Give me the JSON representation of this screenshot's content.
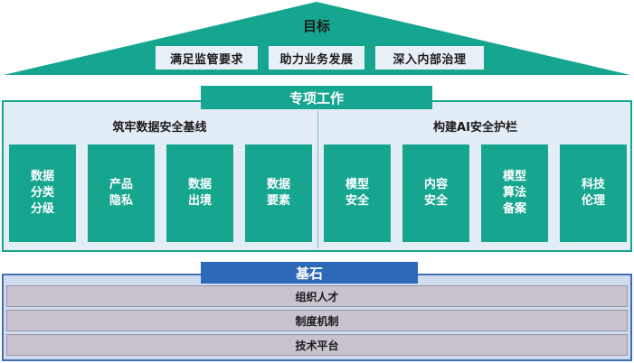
{
  "goal": {
    "title": "目标",
    "items": [
      "满足监管要求",
      "助力业务发展",
      "深入内部治理"
    ]
  },
  "work": {
    "title": "专项工作",
    "left": {
      "title": "筑牢数据安全基线",
      "cards": [
        "数据分类分级",
        "产品隐私",
        "数据出境",
        "数据要素"
      ]
    },
    "right": {
      "title": "构建AI安全护栏",
      "cards": [
        "模型安全",
        "内容安全",
        "模型算法备案",
        "科技伦理"
      ]
    }
  },
  "foundation": {
    "title": "基石",
    "rows": [
      "组织人才",
      "制度机制",
      "技术平台"
    ]
  },
  "colors": {
    "teal": "#16a68f",
    "panel_bg": "#e3edf6",
    "blue": "#2d69b6",
    "row_bg": "#c8c3ce"
  }
}
